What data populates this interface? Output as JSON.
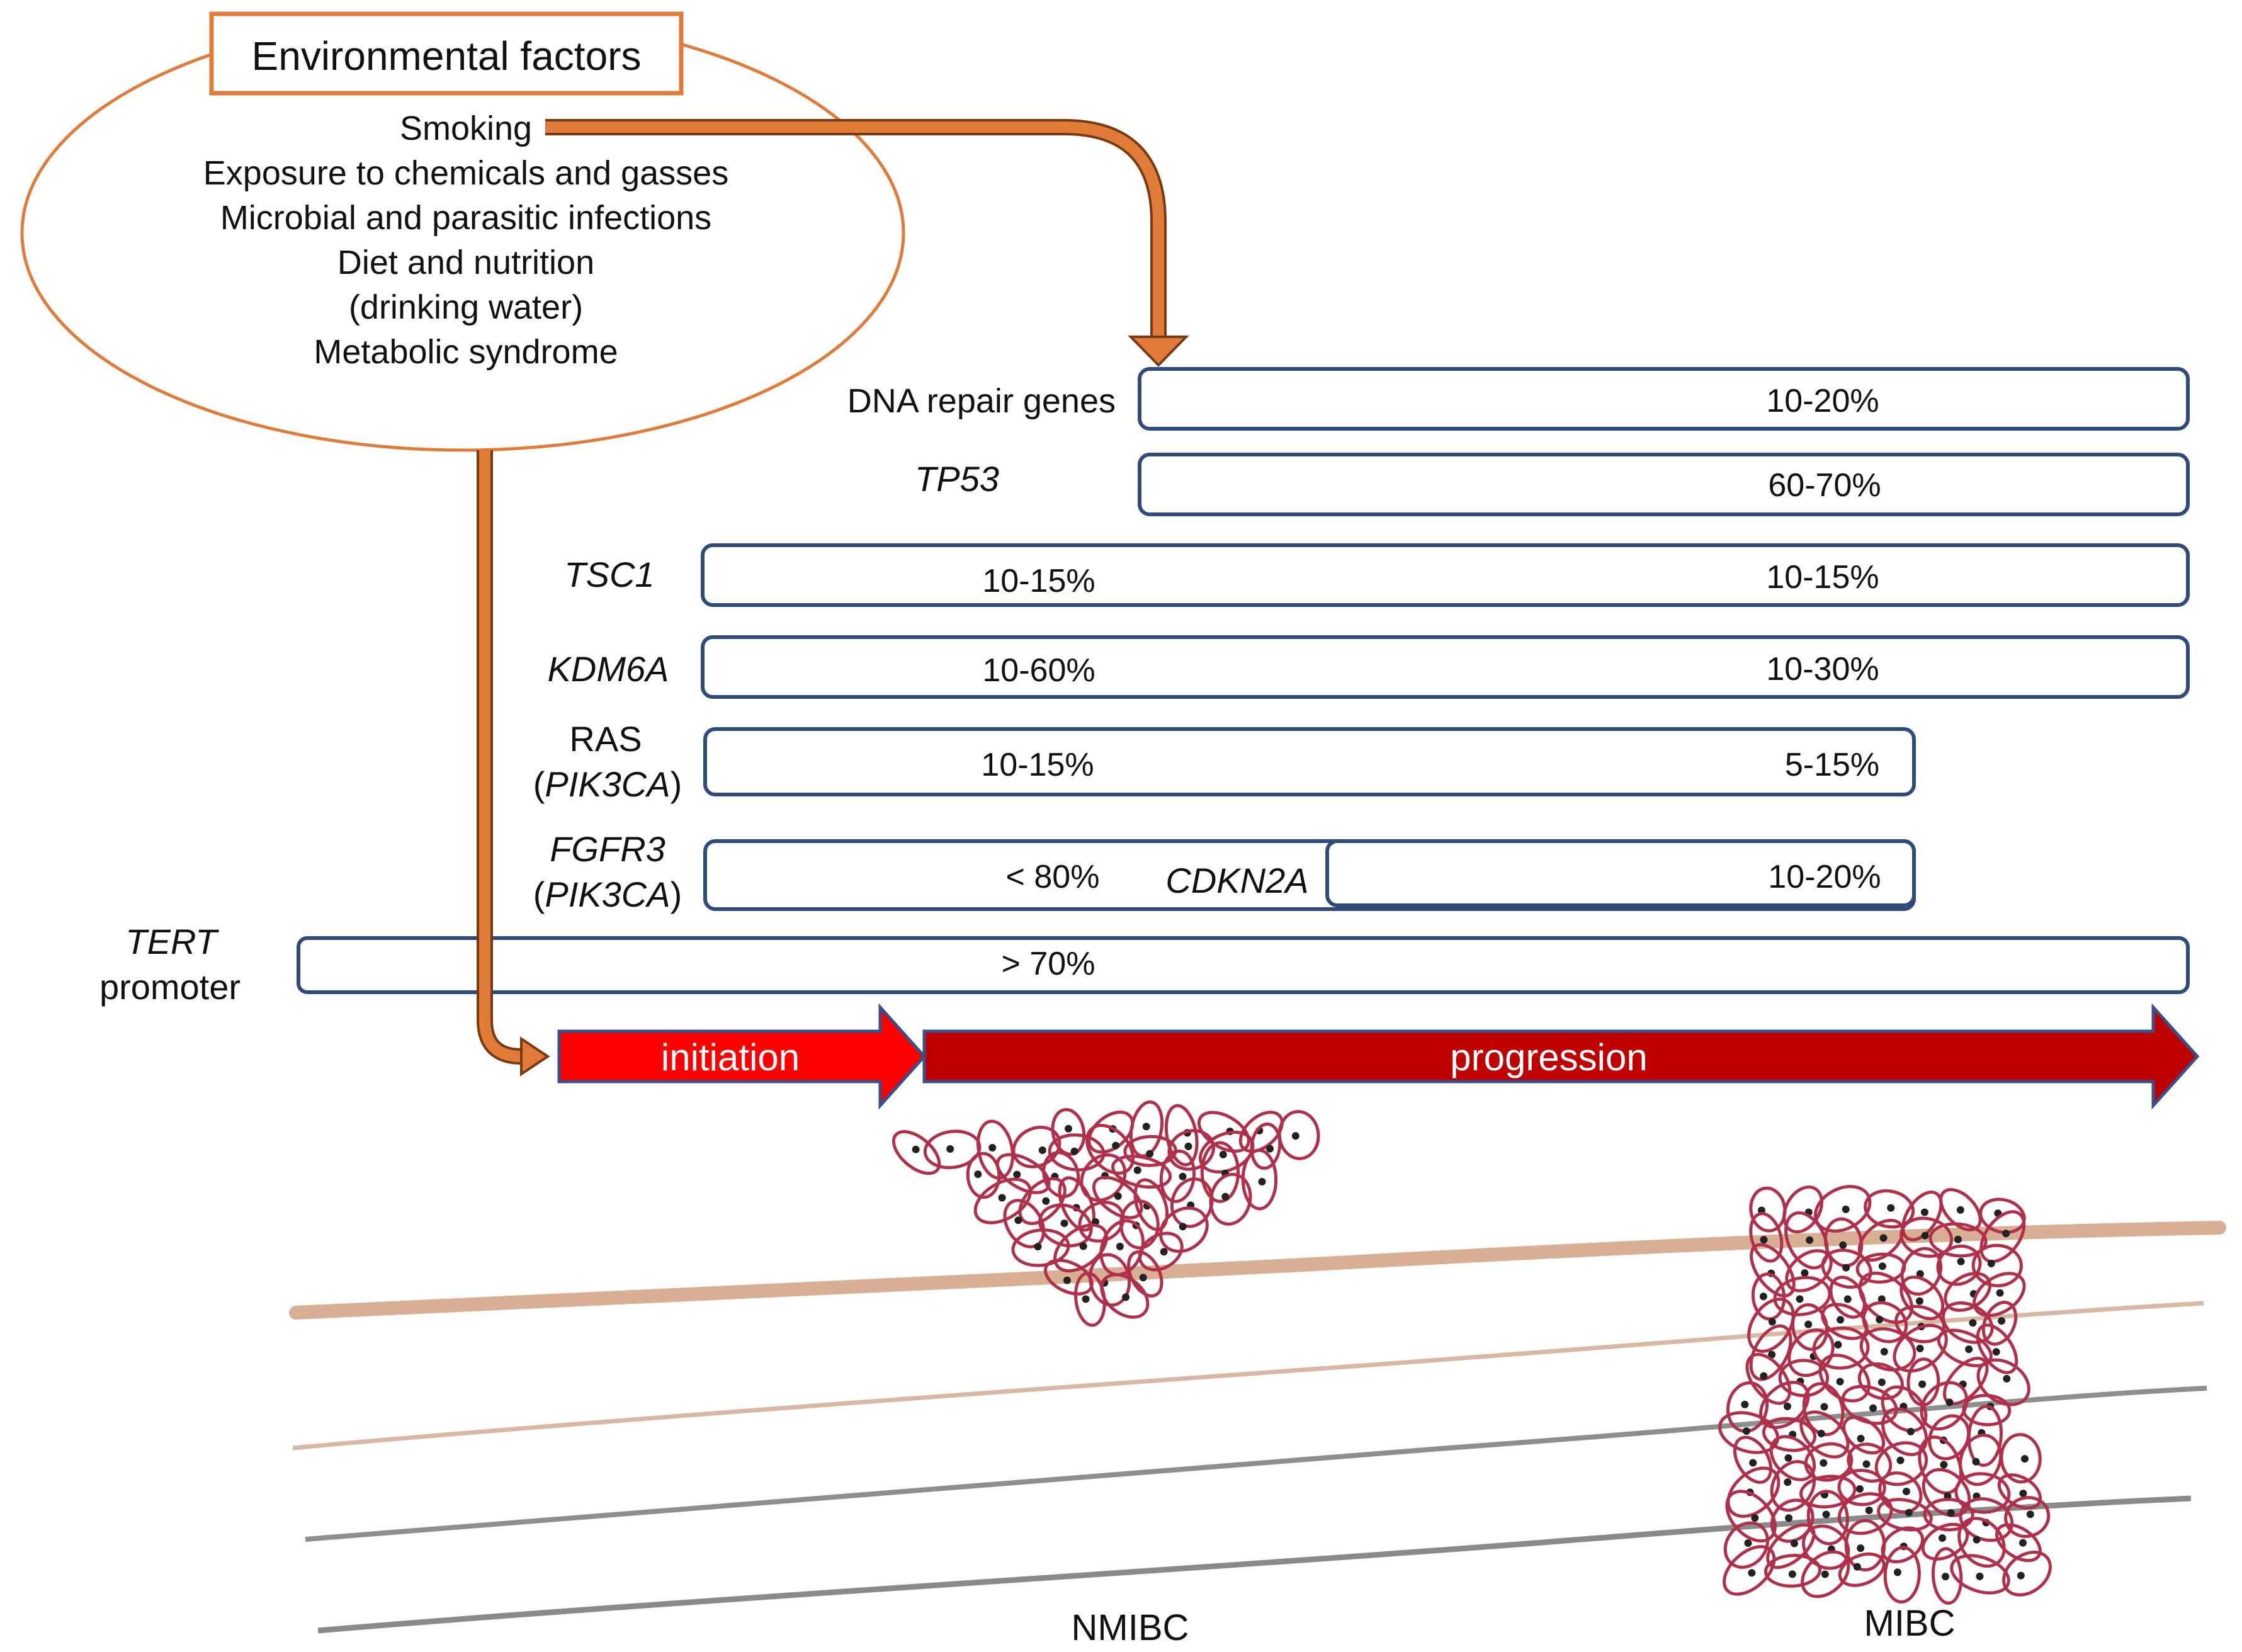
{
  "environment": {
    "title": "Environmental factors",
    "factors": [
      "Smoking",
      "Exposure to chemicals and gasses",
      "Microbial and parasitic infections",
      "Diet and nutrition",
      "(drinking water)",
      "Metabolic syndrome"
    ]
  },
  "genes": {
    "dna_repair": {
      "label": "DNA repair genes",
      "right_value": "10-20%"
    },
    "tp53": {
      "label": "TP53",
      "right_value": "60-70%"
    },
    "tsc1": {
      "label": "TSC1",
      "left_value": "10-15%",
      "right_value": "10-15%"
    },
    "kdm6a": {
      "label": "KDM6A",
      "left_value": "10-60%",
      "right_value": "10-30%"
    },
    "ras": {
      "label_line1": "RAS",
      "label_line2": "PIK3CA",
      "left_value": "10-15%",
      "right_value": "5-15%"
    },
    "fgfr3": {
      "label_line1": "FGFR3",
      "label_line2": "PIK3CA",
      "left_value": "< 80%"
    },
    "cdkn2a": {
      "label": "CDKN2A",
      "value": "10-20%"
    },
    "tert": {
      "label_line1": "TERT",
      "label_line2": "promoter",
      "value": "> 70%"
    }
  },
  "stages": {
    "initiation": "initiation",
    "progression": "progression",
    "nmibc": "NMIBC",
    "mibc": "MIBC"
  },
  "colors": {
    "orange": "#E07B39",
    "bar_border": "#2F4B7C",
    "initiation_red": "#FF0000",
    "progression_red": "#C00000",
    "arrow_outline": "#3A4F8A",
    "cell_red": "#B0304A",
    "layer_tan": "#D8AE94",
    "layer_gray": "#7A7A7A"
  }
}
